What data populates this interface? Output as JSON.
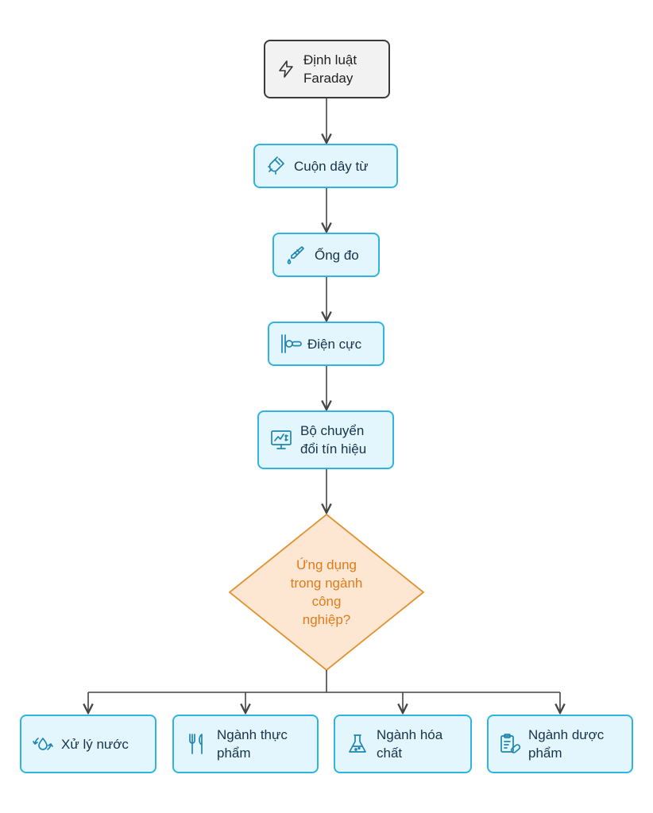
{
  "colors": {
    "start_fill": "#f2f2f2",
    "start_stroke": "#3a3a3a",
    "step_fill": "#e3f6fd",
    "step_stroke": "#2fb3e0",
    "decision_fill": "#fde6d2",
    "decision_stroke": "#e0922f",
    "decision_text": "#e07b1a",
    "connector": "#444444"
  },
  "nodes": {
    "start": {
      "label_line1": "Định luật",
      "label_line2": "Faraday",
      "icon": "lightning-icon"
    },
    "coil": {
      "label": "Cuộn dây từ",
      "icon": "magnet-icon"
    },
    "tube": {
      "label": "Ống đo",
      "icon": "pipette-icon"
    },
    "electrode": {
      "label": "Điện cực",
      "icon": "electrode-icon"
    },
    "converter": {
      "label_line1": "Bộ chuyển",
      "label_line2": "đổi tín hiệu",
      "icon": "monitor-chart-icon"
    }
  },
  "decision": {
    "lines": [
      "Ứng dụng",
      "trong ngành",
      "công",
      "nghiệp?"
    ]
  },
  "outcomes": [
    {
      "label_line1": "Xử lý nước",
      "label_line2": "",
      "icon": "water-cycle-icon"
    },
    {
      "label_line1": "Ngành thực",
      "label_line2": "phẩm",
      "icon": "utensils-icon"
    },
    {
      "label_line1": "Ngành hóa",
      "label_line2": "chất",
      "icon": "flask-icon"
    },
    {
      "label_line1": "Ngành dược",
      "label_line2": "phẩm",
      "icon": "clipboard-pill-icon"
    }
  ]
}
